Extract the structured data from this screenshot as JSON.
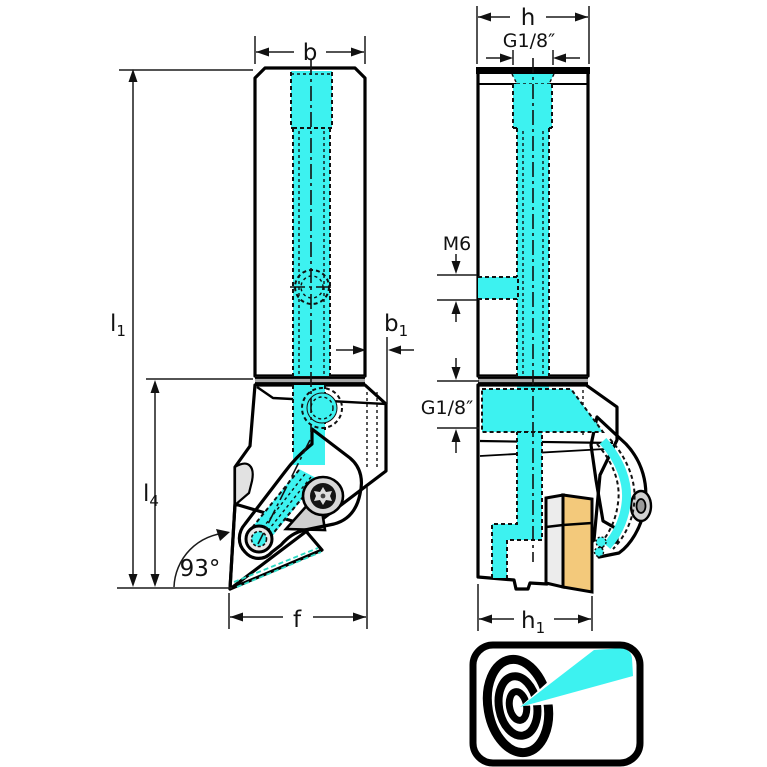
{
  "drawing": {
    "type": "tool-holder-engineering-drawing",
    "left_view": {
      "b": "b",
      "l1": {
        "base": "l",
        "sub": "1"
      },
      "l4": {
        "base": "l",
        "sub": "4"
      },
      "b1": {
        "base": "b",
        "sub": "1"
      },
      "f": "f",
      "angle": "93°"
    },
    "right_view": {
      "h": "h",
      "g18_top": "G1/8″",
      "m6": "M6",
      "g18_front": "G1/8″",
      "h1": {
        "base": "h",
        "sub": "1"
      }
    },
    "colors": {
      "coolant": "#3df2f0",
      "body_gray": "#c6c6c6",
      "clamp_gray": "#e7e7e7",
      "insert_yellow": "#f3c97b",
      "outline": "#000000"
    }
  }
}
